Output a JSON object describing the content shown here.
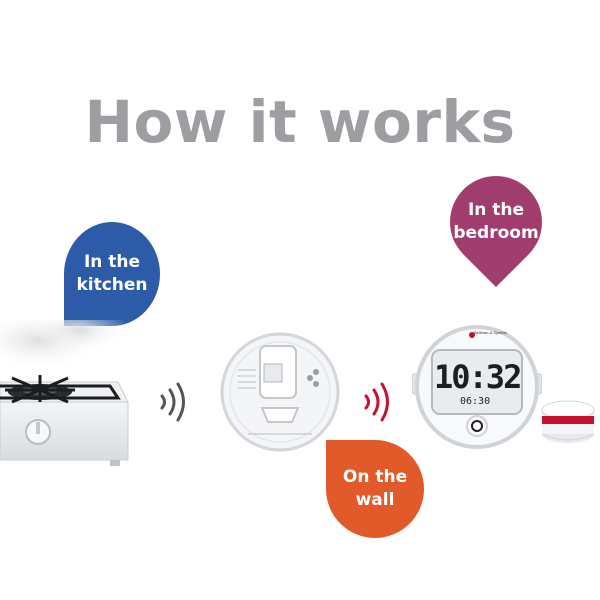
{
  "title": "How it works",
  "bubbles": {
    "kitchen": "In the kitchen",
    "bedroom": "In the bedroom",
    "wall": "On the wall"
  },
  "clock": {
    "time": "10:32",
    "alarm": "06:30",
    "brand": "Bellman & Symfon"
  },
  "colors": {
    "kitchen": "#2d5ba8",
    "bedroom": "#a13d6e",
    "wall": "#e2592a",
    "title": "#9d9ea1",
    "wave_grey": "#555555",
    "wave_red": "#c8102e"
  },
  "icons": [
    "stove",
    "sound-waves-grey",
    "co-detector",
    "sound-waves-red",
    "alarm-clock",
    "bed-shaker"
  ]
}
